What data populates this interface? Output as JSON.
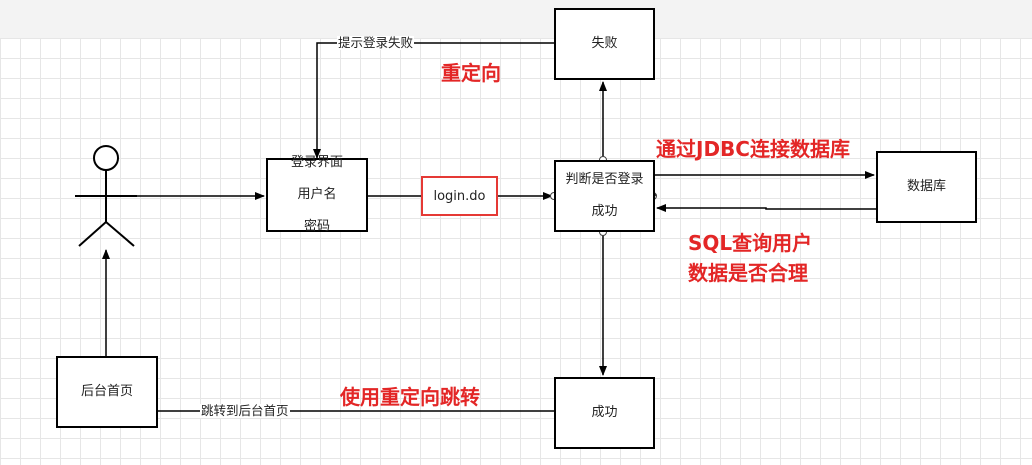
{
  "nodes": {
    "login": {
      "lines": [
        "登录界面",
        "用户名",
        "密码"
      ]
    },
    "judge": {
      "lines": [
        "判断是否登录",
        "成功"
      ]
    },
    "fail": {
      "label": "失败"
    },
    "success": {
      "label": "成功"
    },
    "database": {
      "label": "数据库"
    },
    "backend": {
      "label": "后台首页"
    },
    "servlet": {
      "label": "login.do"
    }
  },
  "edge_labels": {
    "prompt_login_fail": "提示登录失败",
    "jump_to_backend": "跳转到后台首页"
  },
  "annotations": {
    "redirect": "重定向",
    "jdbc": "通过JDBC连接数据库",
    "sql_line1": "SQL查询用户",
    "sql_line2": "数据是否合理",
    "use_redirect": "使用重定向跳转"
  },
  "colors": {
    "annotation": "#e32626",
    "servlet_border": "#e53935",
    "stroke": "#000000",
    "grid": "#e6e6e6"
  }
}
